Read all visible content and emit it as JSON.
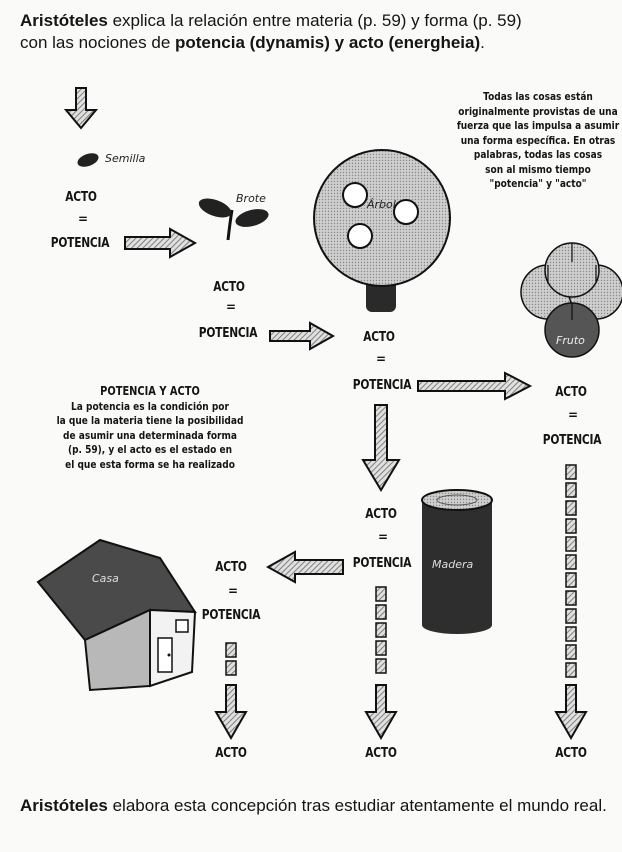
{
  "intro": {
    "name": "Aristóteles",
    "text1": " explica la relación entre materia (p. 59) y forma (p. 59)",
    "text2": "con las nociones de ",
    "highlight": "potencia (dynamis) y acto (energheia)",
    "end": "."
  },
  "labels": {
    "semilla": "Semilla",
    "brote": "Brote",
    "arbol": "Árbol",
    "fruto": "Fruto",
    "madera": "Madera",
    "casa": "Casa"
  },
  "acto": "ACTO",
  "potencia": "POTENCIA",
  "equals": "=",
  "note_right": {
    "lines": [
      "Todas las cosas están",
      "originalmente provistas de una",
      "fuerza que las impulsa a asumir",
      "una forma específica. En otras",
      "palabras, todas las cosas",
      "son al mismo tiempo",
      "\"potencia\" y \"acto\""
    ]
  },
  "note_left": {
    "title": "POTENCIA Y ACTO",
    "lines": [
      "La potencia es la condición por",
      "la que la materia tiene la posibilidad",
      "de asumir una determinada forma",
      "(p. 59), y el acto es el estado en",
      "el que esta forma se ha realizado"
    ]
  },
  "outro": {
    "name": "Aristóteles",
    "text": " elabora esta concepción tras estudiar atentamente el mundo real."
  },
  "colors": {
    "ink": "#141414",
    "tree": "#c8c8c8",
    "hatch": "#8a8a8a",
    "roof": "#4a4a4a"
  }
}
